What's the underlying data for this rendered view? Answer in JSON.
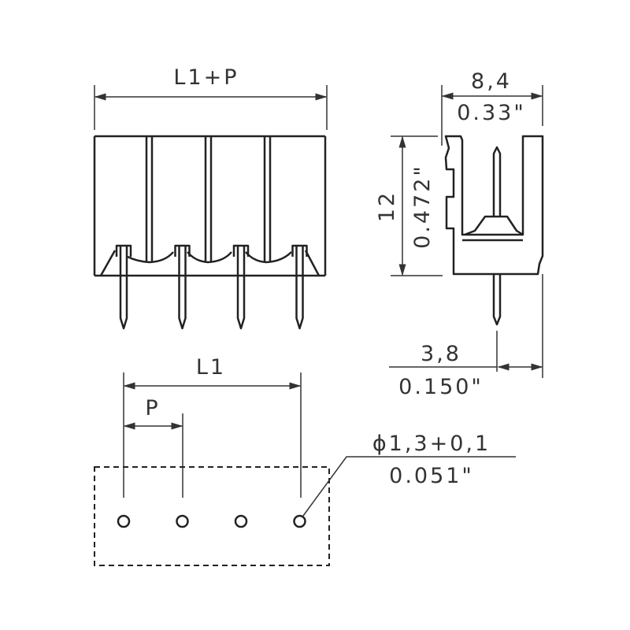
{
  "front_view": {
    "width_label": "L1+P"
  },
  "side_view": {
    "width_mm": "8,4",
    "width_in": "0.33\"",
    "height_mm": "12",
    "height_in": "0.472\"",
    "pin_offset_mm": "3,8",
    "pin_offset_in": "0.150\""
  },
  "footprint": {
    "span_label": "L1",
    "pitch_label": "P",
    "hole_mm": "ϕ1,3+0,1",
    "hole_in": "0.051\"",
    "hole_count": 4
  }
}
